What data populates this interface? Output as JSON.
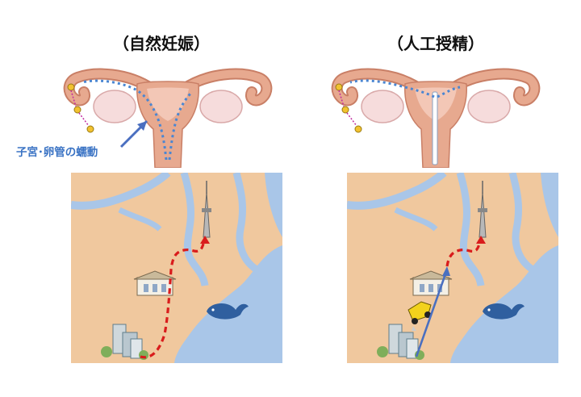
{
  "panels": {
    "left": {
      "title": "（自然妊娠）"
    },
    "right": {
      "title": "（人工授精）"
    }
  },
  "annotation": {
    "label": "子宮･卵管の蠕動"
  },
  "colors": {
    "uterus": "#e7a98f",
    "uterus_dark": "#c97f66",
    "ovary": "#f6dcdc",
    "sperm_flow": "#4a86d2",
    "land": "#f0c89e",
    "water": "#a9c6e8",
    "route_dash": "#d91c1c",
    "arrow_blue": "#4a6fc0",
    "whale": "#2f5f9f",
    "egg": "#f2c230"
  },
  "icons": [
    "uterus-diagram-icon",
    "ovary-icon",
    "egg-icon",
    "tower-icon",
    "building-icon",
    "whale-icon",
    "city-buildings-icon",
    "taxi-icon"
  ]
}
